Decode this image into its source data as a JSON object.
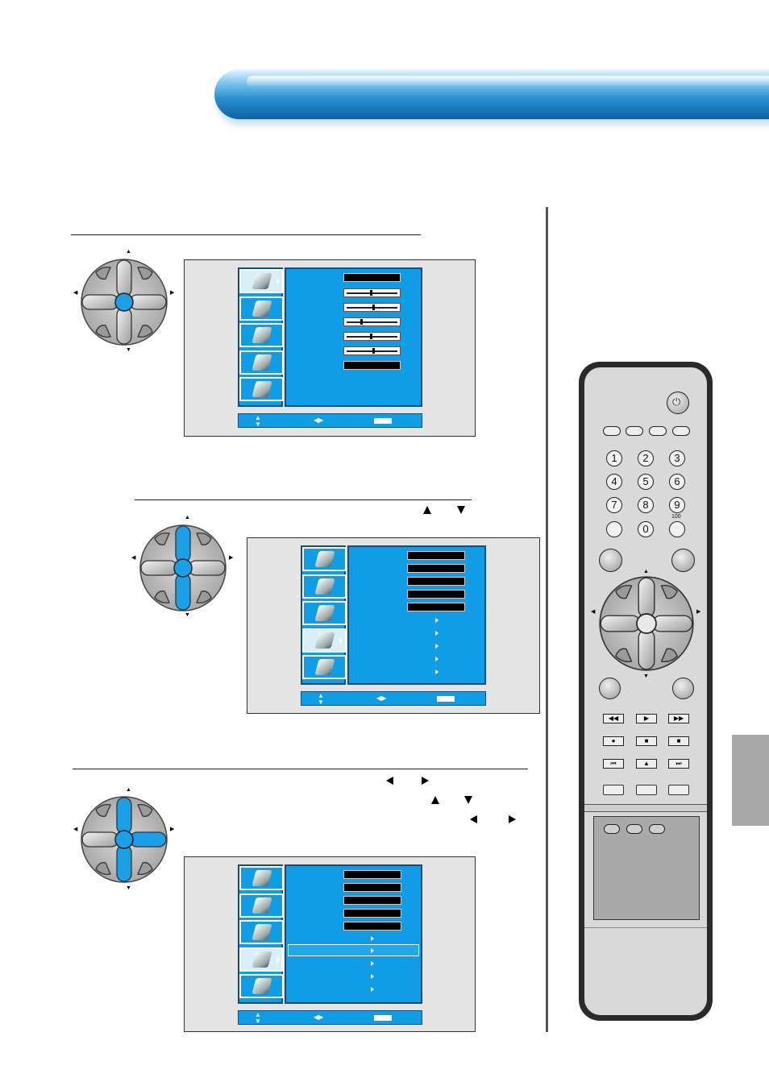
{
  "remote": {
    "numkeys": [
      "1",
      "2",
      "3",
      "4",
      "5",
      "6",
      "7",
      "8",
      "9",
      "0"
    ],
    "hundred_label": "100",
    "transport_symbols": [
      "◀◀",
      "▶",
      "▶▶",
      "●",
      "■",
      "■",
      "⏮",
      "▲",
      "⏭"
    ]
  },
  "colors": {
    "osd_blue": "#0f9ee6",
    "header_blue": "#0d62a6",
    "pad_highlight": "#1ba0e8"
  },
  "icons": [
    "pad-icon",
    "picture-menu-icon",
    "sound-menu-icon",
    "time-menu-icon",
    "setup-menu-icon",
    "channel-menu-icon",
    "power-icon"
  ]
}
